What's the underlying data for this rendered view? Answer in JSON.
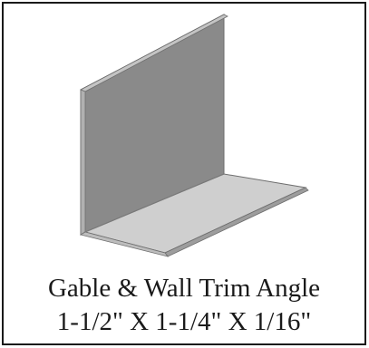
{
  "product": {
    "name": "Gable & Wall Trim Angle",
    "dimensions": "1-1/2\" X 1-1/4\" X 1/16\""
  },
  "illustration": {
    "subject": "L-angle trim piece",
    "colors": {
      "vertical_face": "#8a8a8a",
      "vertical_edge": "#c4c4c4",
      "horizontal_face": "#cfcfcf",
      "horizontal_edge": "#e6e6e6",
      "front_edge": "#9d9d9d",
      "outline": "#6e6e6e"
    }
  }
}
